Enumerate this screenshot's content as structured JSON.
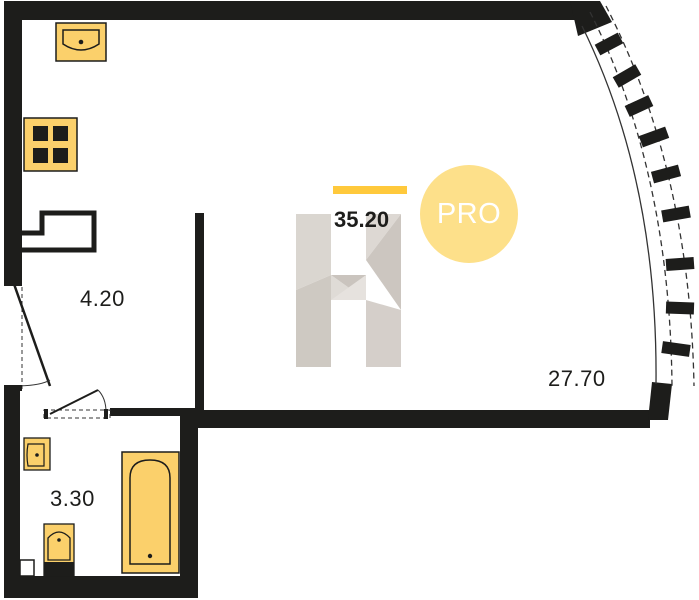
{
  "colors": {
    "wall": "#1d1d1b",
    "fixture": "#fbd06b",
    "accent": "#ffc93c",
    "watermark": "#c9c2bb",
    "pro_badge": "#fde08a",
    "line": "#333333"
  },
  "areas": {
    "total": "35.20",
    "living_room": "27.70",
    "hallway": "4.20",
    "bathroom": "3.30"
  },
  "badge": {
    "text": "PRO"
  },
  "icons": {
    "watermark": "h-logo-watermark",
    "sink": "sink-icon",
    "stove": "cooktop-icon",
    "bathtub": "bathtub-icon",
    "toilet": "toilet-icon"
  }
}
